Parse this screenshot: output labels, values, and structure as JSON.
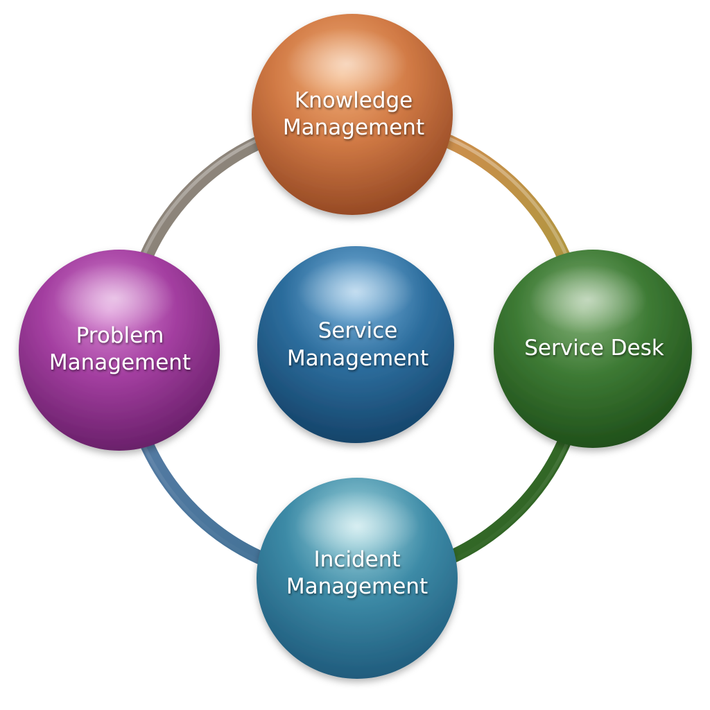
{
  "diagram": {
    "type": "cycle",
    "center": {
      "line1": "Service",
      "line2": "Management",
      "color": "#1f5f8f"
    },
    "nodes": [
      {
        "id": "knowledge",
        "line1": "Knowledge",
        "line2": "Management",
        "color": "#c8703e"
      },
      {
        "id": "service-desk",
        "line1": "Service Desk",
        "line2": "",
        "color": "#2e6b2a"
      },
      {
        "id": "incident",
        "line1": "Incident",
        "line2": "Management",
        "color": "#2c7a96"
      },
      {
        "id": "problem",
        "line1": "Problem",
        "line2": "Management",
        "color": "#9a2f96"
      }
    ],
    "connections": [
      {
        "from": "knowledge",
        "to": "service-desk"
      },
      {
        "from": "service-desk",
        "to": "incident"
      },
      {
        "from": "incident",
        "to": "problem"
      },
      {
        "from": "problem",
        "to": "knowledge"
      }
    ]
  }
}
